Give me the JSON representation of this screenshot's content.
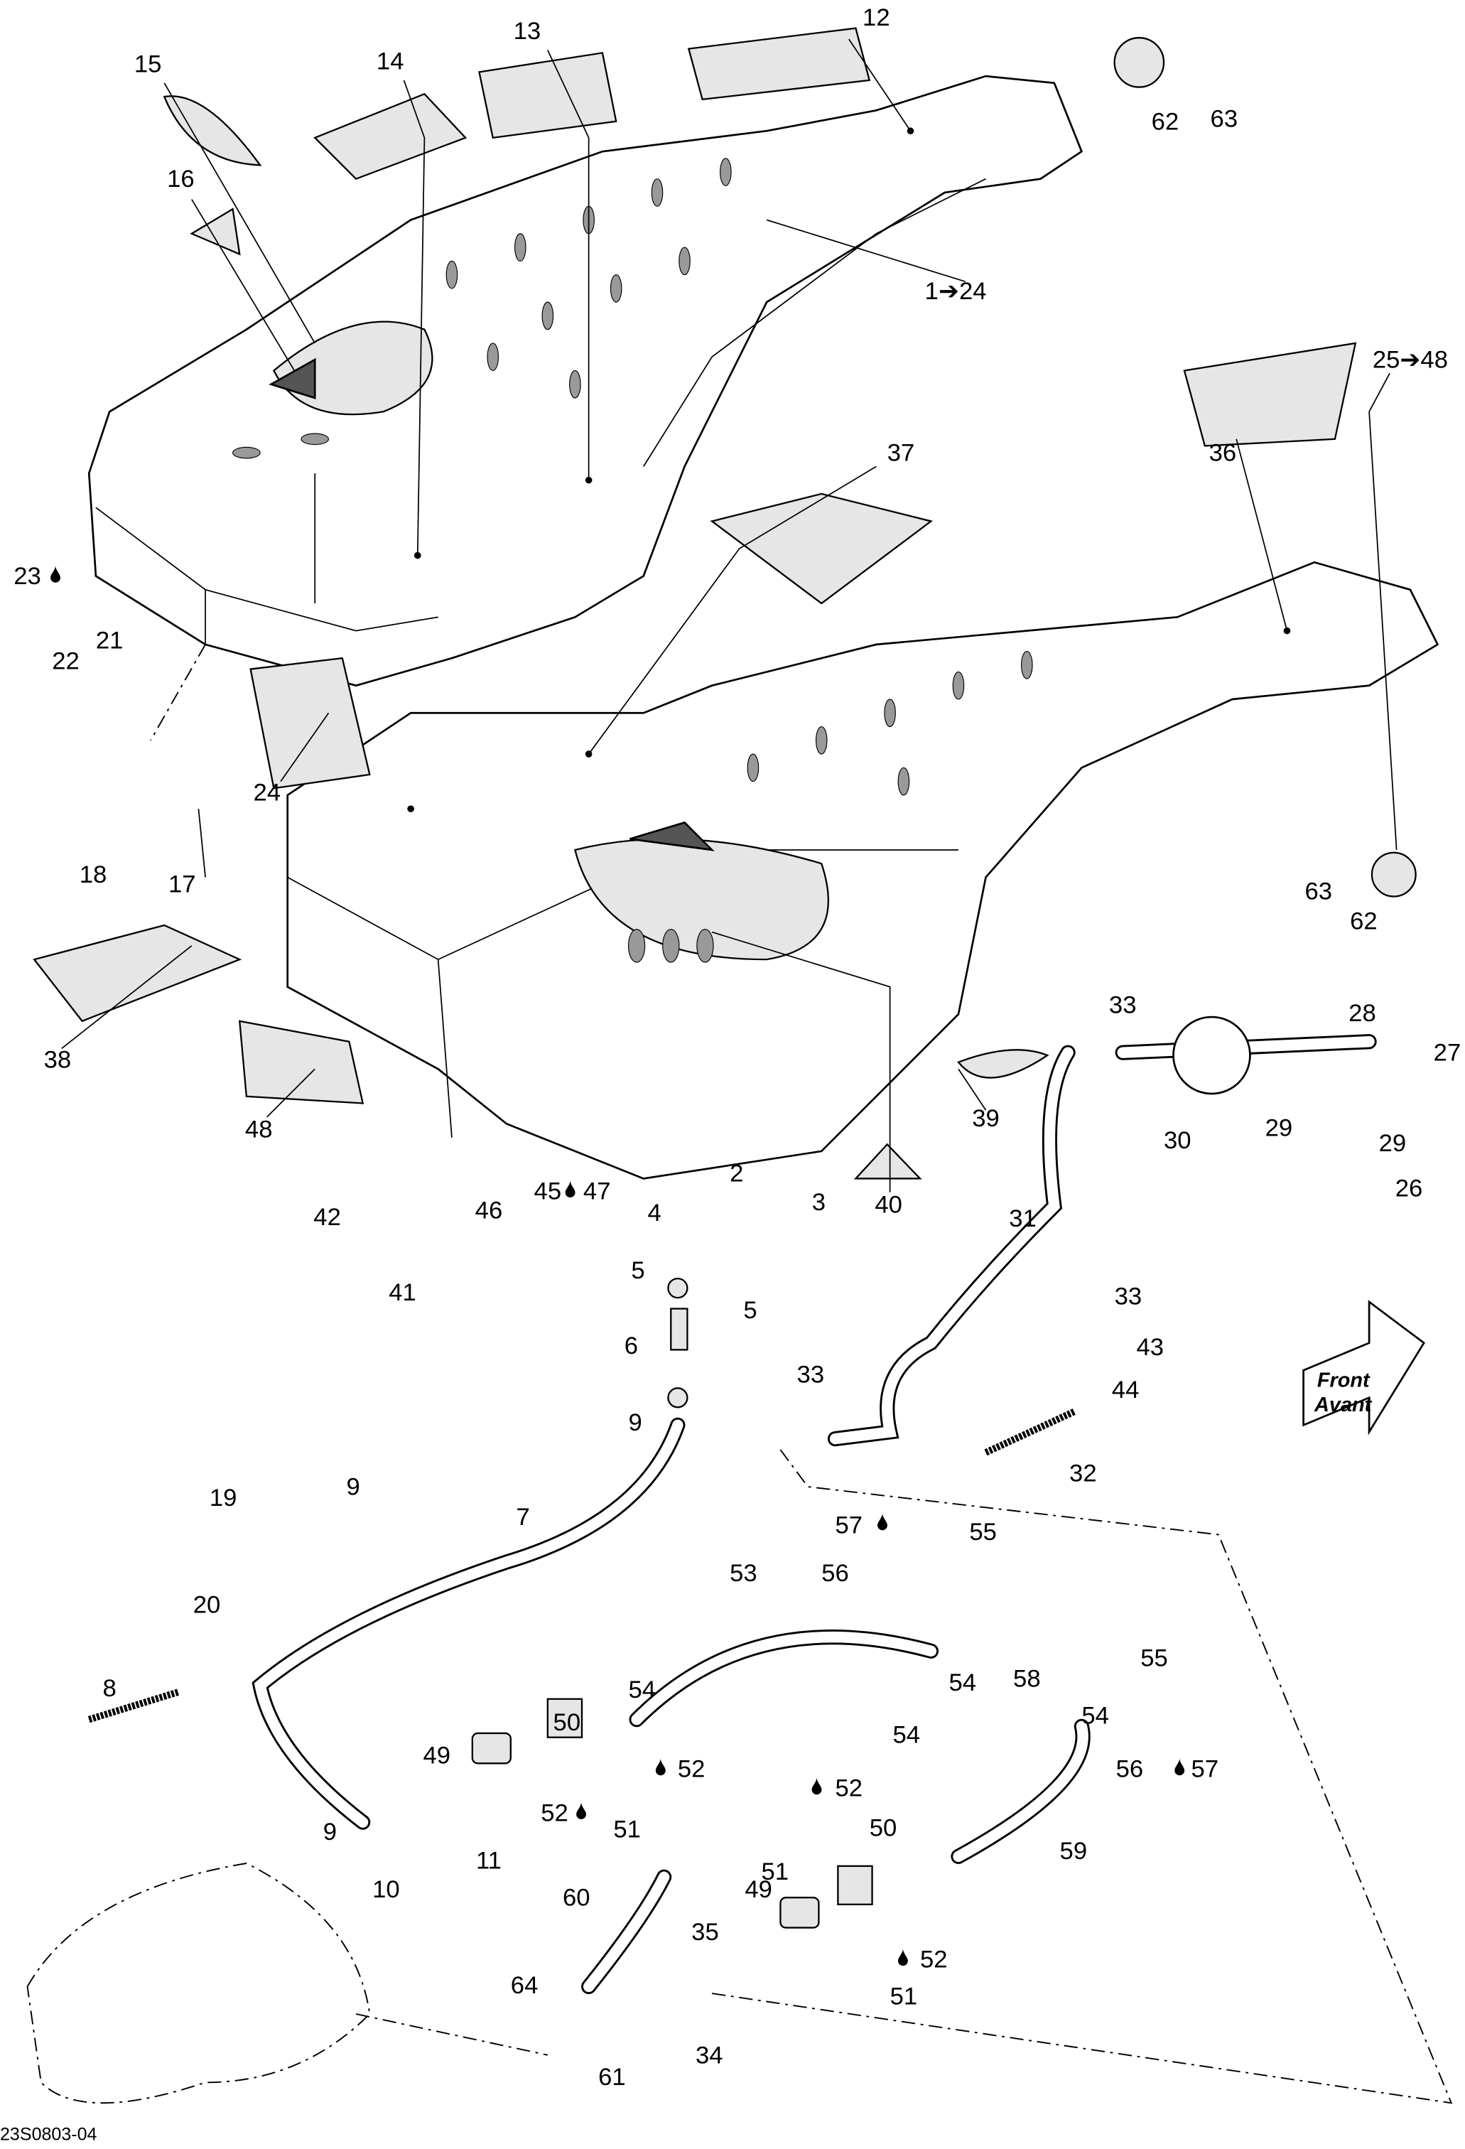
{
  "diagram_code": "23S0803-04",
  "front_arrow": {
    "line1": "Front",
    "line2": "Avant"
  },
  "callouts": [
    "12",
    "13",
    "14",
    "15",
    "16",
    "62",
    "63",
    "1➔24",
    "36",
    "37",
    "25➔48",
    "23",
    "22",
    "21",
    "24",
    "18",
    "17",
    "63",
    "62",
    "38",
    "48",
    "39",
    "40",
    "33",
    "28",
    "27",
    "30",
    "29",
    "29",
    "26",
    "42",
    "41",
    "46",
    "45",
    "47",
    "2",
    "3",
    "4",
    "5",
    "5",
    "6",
    "9",
    "31",
    "33",
    "43",
    "44",
    "33",
    "32",
    "19",
    "9",
    "7",
    "57",
    "55",
    "56",
    "53",
    "20",
    "8",
    "54",
    "50",
    "54",
    "58",
    "54",
    "55",
    "54",
    "49",
    "52",
    "52",
    "51",
    "56",
    "57",
    "9",
    "10",
    "11",
    "52",
    "50",
    "59",
    "51",
    "49",
    "60",
    "35",
    "52",
    "51",
    "64",
    "34",
    "61"
  ],
  "icons": {
    "drop": "drop-icon",
    "front": "front-direction-arrow"
  }
}
